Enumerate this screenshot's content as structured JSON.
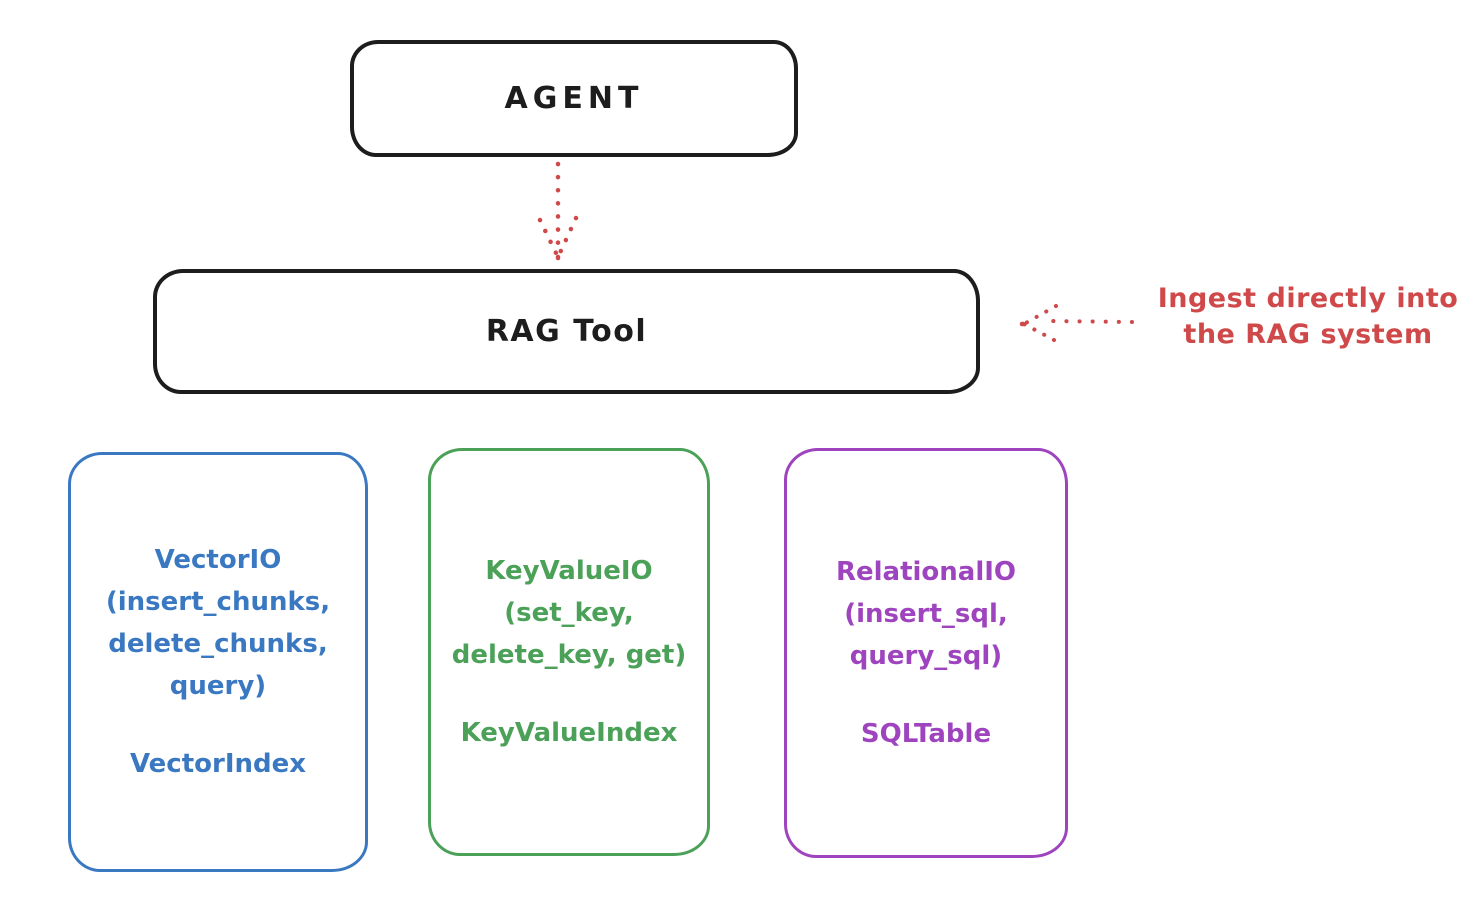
{
  "diagram": {
    "colors": {
      "ink": "#1d1d1d",
      "red": "#d0494a",
      "blue": "#3a79c2",
      "green": "#4ba158",
      "purple": "#9e44be"
    },
    "agent": {
      "label": "AGENT"
    },
    "rag_tool": {
      "label": "RAG Tool"
    },
    "annotation": {
      "line1": "Ingest directly into",
      "line2": "the RAG system"
    },
    "backends": [
      {
        "name": "vector-io",
        "color": "#3a79c2",
        "lines": [
          "VectorIO",
          "(insert_chunks,",
          "delete_chunks,",
          "query)"
        ],
        "index_label": "VectorIndex"
      },
      {
        "name": "keyvalue-io",
        "color": "#4ba158",
        "lines": [
          "KeyValueIO",
          "(set_key,",
          "delete_key, get)"
        ],
        "index_label": "KeyValueIndex"
      },
      {
        "name": "relational-io",
        "color": "#9e44be",
        "lines": [
          "RelationalIO",
          "(insert_sql,",
          "query_sql)"
        ],
        "index_label": "SQLTable"
      }
    ]
  }
}
